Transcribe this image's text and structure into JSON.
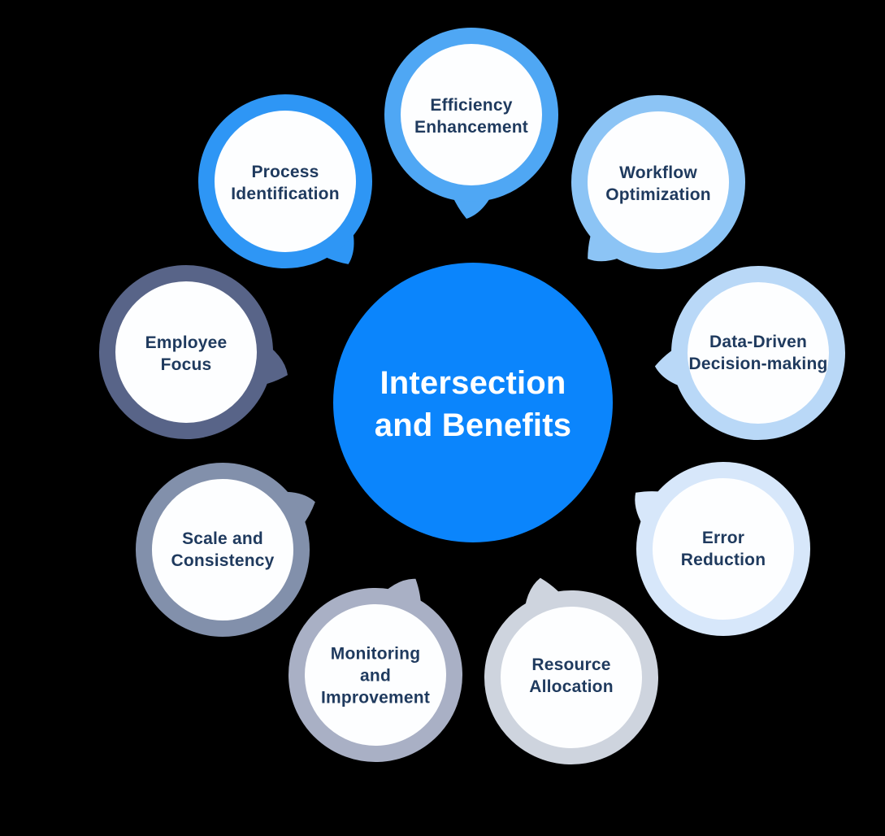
{
  "diagram": {
    "background_color": "#000000",
    "label_text_color": "#1f3a5e",
    "bubble_inner_color": "#fdfeff",
    "center": {
      "label": "Intersection\nand Benefits",
      "fill_color": "#0b85fc",
      "text_color": "#ffffff"
    },
    "bubbles": [
      {
        "label": "Efficiency\nEnhancement",
        "ring_color": "#4fa7f4"
      },
      {
        "label": "Workflow\nOptimization",
        "ring_color": "#8cc4f5"
      },
      {
        "label": "Data-Driven\nDecision-making",
        "ring_color": "#b9d8f7"
      },
      {
        "label": "Error\nReduction",
        "ring_color": "#d7e7fa"
      },
      {
        "label": "Resource\nAllocation",
        "ring_color": "#ced4de"
      },
      {
        "label": "Monitoring\nand\nImprovement",
        "ring_color": "#a9b0c5"
      },
      {
        "label": "Scale and\nConsistency",
        "ring_color": "#8290ab"
      },
      {
        "label": "Employee\nFocus",
        "ring_color": "#586488"
      },
      {
        "label": "Process\nIdentification",
        "ring_color": "#2e96f5"
      }
    ]
  }
}
